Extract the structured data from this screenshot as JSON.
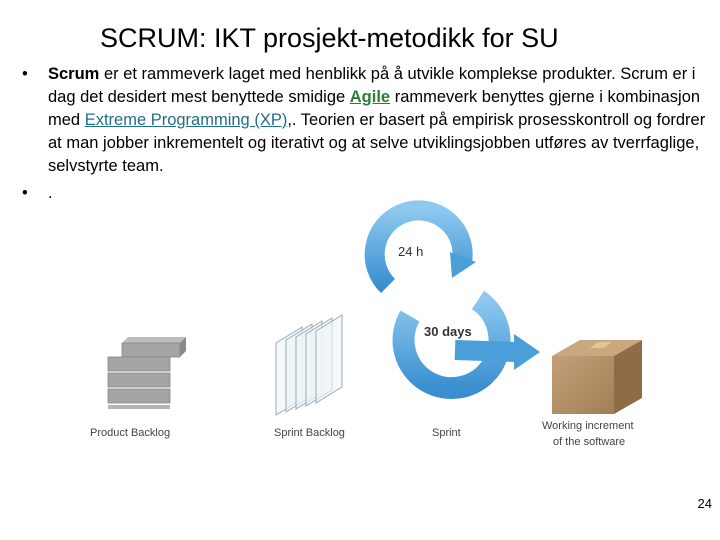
{
  "slide": {
    "title": "SCRUM: IKT prosjekt-metodikk for SU",
    "bullet1": {
      "marker": "•",
      "scrum_word": "Scrum",
      "text_a": " er et rammeverk laget med henblikk på å utvikle komplekse produkter. Scrum er i dag det desidert mest benyttede smidige ",
      "agile_link": "Agile",
      "text_b": " rammeverk benyttes gjerne i kombinasjon med ",
      "xp_link": "Extreme Programming (XP)",
      "text_c": ",. Teorien er basert på empirisk prosesskontroll og fordrer at man jobber inkrementelt og iterativt og at selve utviklingsjobben utføres av tverrfaglige, selvstyrte team."
    },
    "bullet2": {
      "marker": "•",
      "text": "."
    },
    "page_number": "24"
  },
  "diagram": {
    "loop_24h_label": "24 h",
    "loop_30d_label": "30 days",
    "captions": {
      "product_backlog": "Product Backlog",
      "sprint_backlog": "Sprint Backlog",
      "sprint": "Sprint",
      "working_increment_line1": "Working increment",
      "working_increment_line2": "of the software"
    },
    "colors": {
      "arrow_blue": "#4a9fd8",
      "backlog_gray": "#9a9a9a",
      "box_brown": "#b08d63"
    }
  }
}
